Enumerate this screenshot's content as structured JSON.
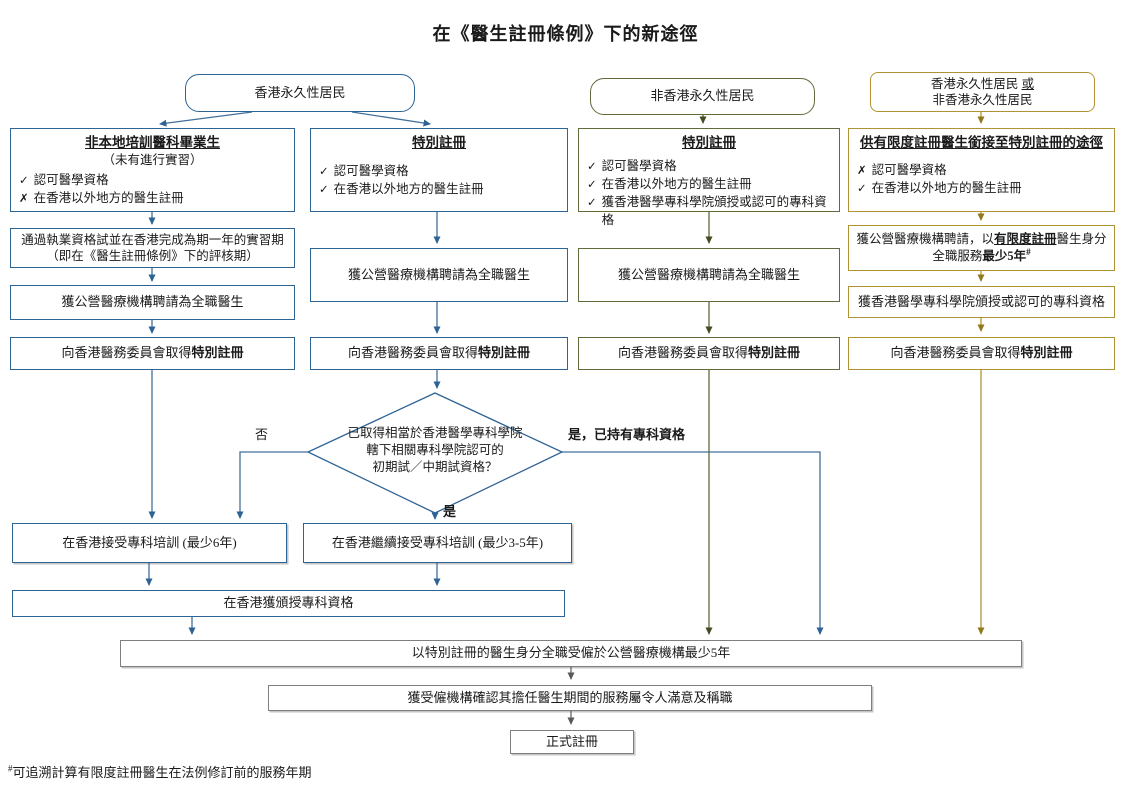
{
  "title": "在《醫生註冊條例》下的新途徑",
  "colors": {
    "blue": "#2E6395",
    "olive": "#5E6B3B",
    "gold": "#B09433",
    "gray": "#7F7F7F"
  },
  "top": {
    "hk": "香港永久性居民",
    "non_hk": "非香港永久性居民",
    "either_a": "香港永久性居民 ",
    "either_or": "或",
    "either_b": "非香港永久性居民"
  },
  "col1": {
    "title": "非本地培訓醫科畢業生",
    "subtitle": "（未有進行實習）",
    "checks": [
      {
        "mark": "✓",
        "text": "認可醫學資格"
      },
      {
        "mark": "✗",
        "text": "在香港以外地方的醫生註冊"
      }
    ],
    "exam_l1": "通過執業資格試並在香港完成為期一年的實習期",
    "exam_l2": "（即在《醫生註冊條例》下的評核期）",
    "employ": "獲公營醫療機構聘請為全職醫生",
    "reg_prefix": "向香港醫務委員會取得",
    "reg_bold": "特別註冊"
  },
  "col2": {
    "title": "特別註冊",
    "checks": [
      {
        "mark": "✓",
        "text": "認可醫學資格"
      },
      {
        "mark": "✓",
        "text": "在香港以外地方的醫生註冊"
      }
    ],
    "employ": "獲公營醫療機構聘請為全職醫生",
    "reg_prefix": "向香港醫務委員會取得",
    "reg_bold": "特別註冊"
  },
  "col3": {
    "title": "特別註冊",
    "checks": [
      {
        "mark": "✓",
        "text": "認可醫學資格"
      },
      {
        "mark": "✓",
        "text": "在香港以外地方的醫生註冊"
      },
      {
        "mark": "✓",
        "text": "獲香港醫學專科學院頒授或認可的專科資格"
      }
    ],
    "employ": "獲公營醫療機構聘請為全職醫生",
    "reg_prefix": "向香港醫務委員會取得",
    "reg_bold": "特別註冊"
  },
  "col4": {
    "title": "供有限度註冊醫生銜接至特別註冊的途徑",
    "checks": [
      {
        "mark": "✗",
        "text": "認可醫學資格"
      },
      {
        "mark": "✓",
        "text": "在香港以外地方的醫生註冊"
      }
    ],
    "employ_l1a": "獲公營醫療機構聘請，以",
    "employ_l1b": "有限度註冊",
    "employ_l1c": "醫生身分",
    "employ_l2a": "全職服務",
    "employ_l2b": "最少5年",
    "employ_sup": "#",
    "academy": "獲香港醫學專科學院頒授或認可的專科資格",
    "reg_prefix": "向香港醫務委員會取得",
    "reg_bold": "特別註冊"
  },
  "decision": {
    "l1": "已取得相當於香港醫學專科學院",
    "l2": "轄下相關專科學院認可的",
    "l3": "初期試／中期試資格？",
    "no": "否",
    "yes": "是",
    "yes_specialist": "是，已持有專科資格"
  },
  "bottom": {
    "train6": "在香港接受專科培訓 (最少6年)",
    "train35": "在香港繼續接受專科培訓 (最少3-5年)",
    "award": "在香港獲頒授專科資格",
    "serve5": "以特別註冊的醫生身分全職受僱於公營醫療機構最少5年",
    "confirm": "獲受僱機構確認其擔任醫生期間的服務屬令人滿意及稱職",
    "formal": "正式註冊"
  },
  "footnote": {
    "sup": "#",
    "text": "可追溯計算有限度註冊醫生在法例修訂前的服務年期"
  }
}
